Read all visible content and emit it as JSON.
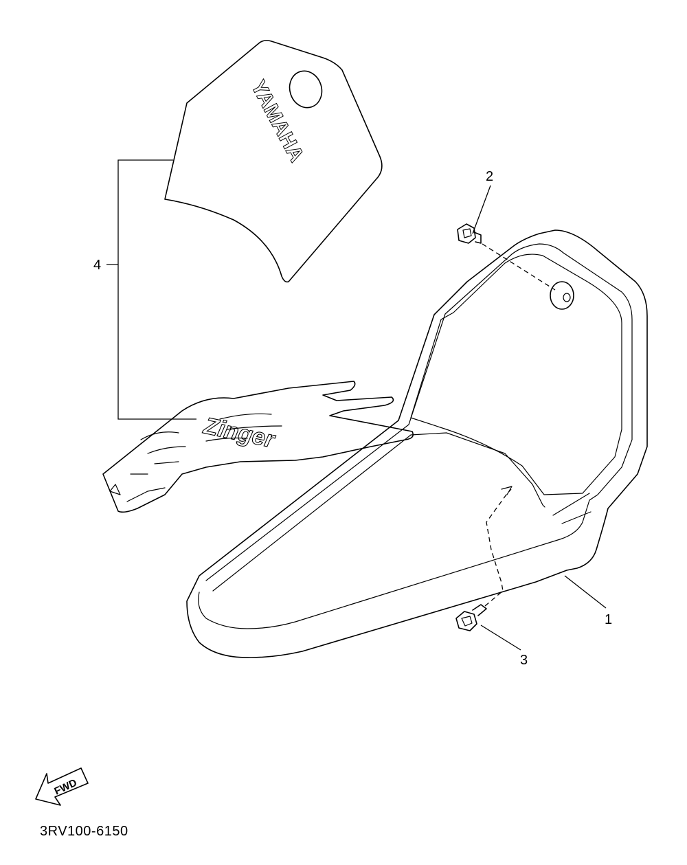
{
  "diagram": {
    "callouts": [
      "1",
      "2",
      "3",
      "4"
    ],
    "decal_brand_text": "YAMAHA",
    "decal_model_text": "Zinger",
    "direction_label": "FWD",
    "drawing_code": "3RV100-6150"
  }
}
